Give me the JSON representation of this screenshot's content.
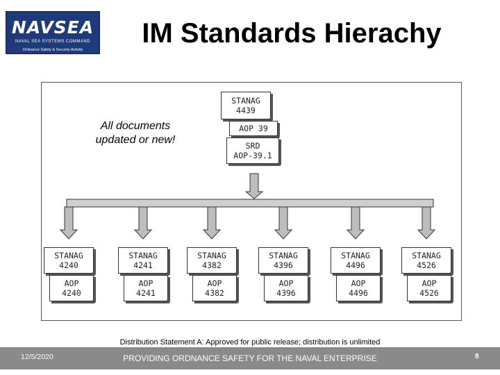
{
  "header": {
    "logo": {
      "word": "NAVSEA",
      "subtitle": "NAVAL SEA SYSTEMS COMMAND",
      "activity": "Ordnance Safety & Security Activity"
    },
    "title": "IM Standards Hierachy"
  },
  "diagram": {
    "note_lines": [
      "All documents",
      "updated or new!"
    ],
    "top_stack": [
      {
        "lines": [
          "STANAG",
          "4439"
        ]
      },
      {
        "lines": [
          "AOP 39"
        ]
      },
      {
        "lines": [
          "SRD",
          "AOP-39.1"
        ]
      }
    ],
    "branches": [
      {
        "stanag": [
          "STANAG",
          "4240"
        ],
        "aop": [
          "AOP",
          "4240"
        ]
      },
      {
        "stanag": [
          "STANAG",
          "4241"
        ],
        "aop": [
          "AOP",
          "4241"
        ]
      },
      {
        "stanag": [
          "STANAG",
          "4382"
        ],
        "aop": [
          "AOP",
          "4382"
        ]
      },
      {
        "stanag": [
          "STANAG",
          "4396"
        ],
        "aop": [
          "AOP",
          "4396"
        ]
      },
      {
        "stanag": [
          "STANAG",
          "4496"
        ],
        "aop": [
          "AOP",
          "4496"
        ]
      },
      {
        "stanag": [
          "STANAG",
          "4526"
        ],
        "aop": [
          "AOP",
          "4526"
        ]
      }
    ]
  },
  "distribution": "Distribution Statement A: Approved for public release; distribution is unlimited",
  "footer": {
    "date": "12/5/2020",
    "tagline": "PROVIDING ORDNANCE SAFETY FOR THE NAVAL ENTERPRISE",
    "page": "8"
  }
}
